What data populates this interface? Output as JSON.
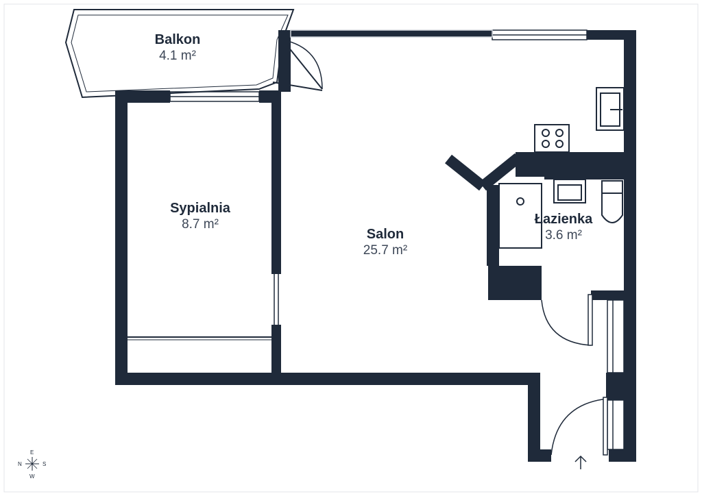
{
  "rooms": {
    "balkon": {
      "name": "Balkon",
      "area": "4.1 m²"
    },
    "sypialnia": {
      "name": "Sypialnia",
      "area": "8.7 m²"
    },
    "salon": {
      "name": "Salon",
      "area": "25.7 m²"
    },
    "lazienka": {
      "name": "Łazienka",
      "area": "3.6 m²"
    }
  },
  "compass": {
    "n": "N",
    "e": "E",
    "s": "S",
    "w": "W"
  },
  "colors": {
    "wall": "#1f2a3a",
    "background": "#ffffff"
  }
}
